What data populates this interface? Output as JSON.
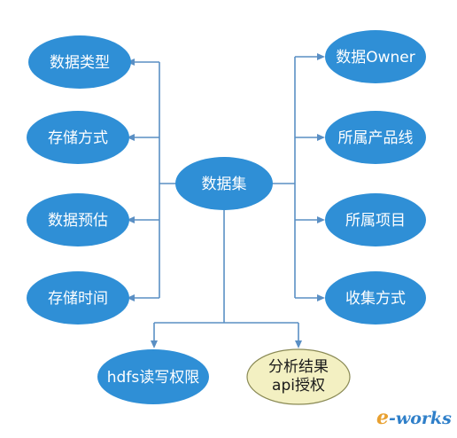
{
  "center": {
    "label": "数据集"
  },
  "left_nodes": [
    {
      "label": "数据类型"
    },
    {
      "label": "存储方式"
    },
    {
      "label": "数据预估"
    },
    {
      "label": "存储时间"
    }
  ],
  "right_nodes": [
    {
      "label": "数据Owner"
    },
    {
      "label": "所属产品线"
    },
    {
      "label": "所属项目"
    },
    {
      "label": "收集方式"
    }
  ],
  "bottom_nodes": [
    {
      "label": "hdfs读写权限"
    },
    {
      "label_line1": "分析结果",
      "label_line2": "api授权"
    }
  ],
  "watermark": {
    "prefix": "e",
    "rest": "-works"
  },
  "colors": {
    "node_fill": "#2f8fd6",
    "node_fill_highlight": "#f3f0c2",
    "node_stroke_highlight": "#8a8a55",
    "connector": "#5a8fc4"
  }
}
